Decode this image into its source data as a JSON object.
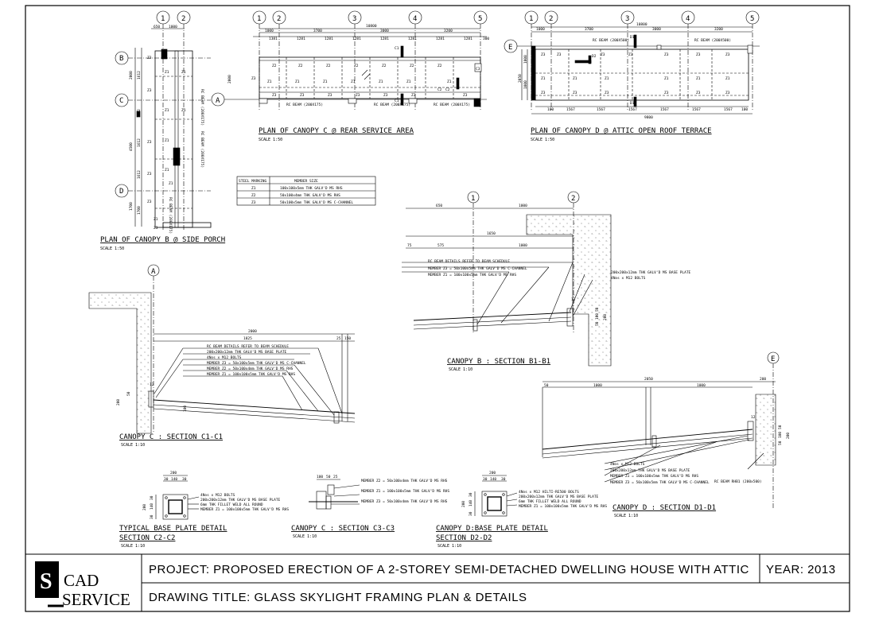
{
  "title_block": {
    "logo_letter": "S",
    "logo_line1": "CAD",
    "logo_line2": "SERVICE",
    "project": "PROJECT: PROPOSED ERECTION OF A 2-STOREY SEMI-DETACHED DWELLING HOUSE WITH ATTIC",
    "year": "YEAR: 2013",
    "drawing_title": "DRAWING TITLE: GLASS SKYLIGHT FRAMING PLAN & DETAILS"
  },
  "plan_b": {
    "title": "PLAN OF CANOPY B @ SIDE PORCH",
    "scale": "SCALE 1:50",
    "grids": [
      "1",
      "2",
      "B",
      "C",
      "D"
    ],
    "dims_top": [
      "650",
      "1000"
    ],
    "dims_left": [
      "2000",
      "4500",
      "1700"
    ],
    "dims_left_inner": [
      "1612",
      "1612",
      "1612",
      "1612",
      "1700"
    ],
    "beams": [
      "RC BEAM (200X175)",
      "RC BEAM (200X175)",
      "RC BEAM (200X175)"
    ],
    "members": [
      "Z3",
      "Z1",
      "Z1",
      "Z3",
      "Z1",
      "Z1",
      "Z3",
      "Z1",
      "Z1",
      "Z3",
      "Z1",
      "Z3",
      "Z1",
      "Z3"
    ]
  },
  "plan_c": {
    "title": "PLAN OF CANOPY C @ REAR SERVICE AREA",
    "scale": "SCALE 1:50",
    "grids": [
      "1",
      "2",
      "3",
      "4",
      "5",
      "A"
    ],
    "dim_total": "10800",
    "dims_mid": [
      "1000",
      "3700",
      "3000",
      "3200"
    ],
    "dims_bays": [
      "1381",
      "1281",
      "1281",
      "1281",
      "1281",
      "1281",
      "1281",
      "1281"
    ],
    "dim_right": "300",
    "dim_left": "2000",
    "beams": [
      "RC BEAM (200X175)",
      "RC BEAM (200X175)",
      "RC BEAM (200X175)"
    ],
    "members_top": [
      "Z2",
      "Z2",
      "Z2",
      "Z2",
      "Z2",
      "Z2",
      "Z2"
    ],
    "members_mid": [
      "Z3",
      "Z1",
      "Z1",
      "Z1",
      "Z1",
      "Z1",
      "Z1",
      "Z1"
    ],
    "members_bot": [
      "Z3",
      "Z3",
      "Z3",
      "Z3",
      "Z3",
      "Z3",
      "Z3"
    ],
    "marks": [
      "C1",
      "C1",
      "C2",
      "C2",
      "C3"
    ]
  },
  "plan_d": {
    "title": "PLAN OF CANOPY D @ ATTIC OPEN ROOF TERRACE",
    "scale": "SCALE 1:50",
    "grids": [
      "1",
      "2",
      "3",
      "4",
      "5",
      "E"
    ],
    "dim_total": "10800",
    "dims_mid": [
      "1000",
      "3700",
      "3000",
      "3200"
    ],
    "dims_bays": [
      "100",
      "1567",
      "1567",
      "1567",
      "1567",
      "1567",
      "1567",
      "100"
    ],
    "dim_bottom": "9800",
    "dim_left": "2050",
    "dims_left_inner": [
      "1000",
      "1000"
    ],
    "beams": [
      "RC BEAM (200X500)",
      "RC BEAM (200X500)"
    ],
    "members": [
      "Z3",
      "Z3",
      "Z3",
      "Z3",
      "Z3",
      "Z3",
      "Z3",
      "Z1",
      "Z1",
      "Z1",
      "Z1",
      "Z1",
      "Z1",
      "Z3",
      "Z3",
      "Z3",
      "Z3",
      "Z3",
      "Z3"
    ],
    "marks": [
      "D1",
      "D1",
      "D2"
    ]
  },
  "member_table": {
    "header": [
      "STEEL MARKING",
      "MEMBER SIZE"
    ],
    "rows": [
      [
        "Z1",
        "100x100x5mm THK GALV'D MS RHS"
      ],
      [
        "Z2",
        "50x100x4mm THK GALV'D MS RHS"
      ],
      [
        "Z3",
        "50x100x5mm THK GALV'D MS C-CHANNEL"
      ]
    ]
  },
  "section_b1": {
    "title": "CANOPY B : SECTION B1-B1",
    "scale": "SCALE 1:10",
    "grids": [
      "1",
      "2"
    ],
    "dims_top": [
      "650",
      "1000"
    ],
    "dims_mid": [
      "1650"
    ],
    "dims_low": [
      "75",
      "575",
      "1000"
    ],
    "notes_left": [
      "RC BEAM DETAILS REFER TO BEAM SCHEDULE",
      "MEMBER Z3 = 50x100x5mm THK GALV'D MS C-CHANNEL",
      "MEMBER Z1 = 100x100x5mm THK GALV'D MS RHS"
    ],
    "notes_right": [
      "200x200x12mm THK GALV'D MS BASE PLATE",
      "4Nos x M12 BOLTS"
    ],
    "dims_right": [
      "12",
      "50",
      "100",
      "50",
      "200"
    ]
  },
  "section_c1": {
    "title": "CANOPY C : SECTION C1-C1",
    "scale": "SCALE 1:10",
    "grid": "A",
    "dims_top": [
      "2000"
    ],
    "dims_mid": [
      "1825",
      "25",
      "150"
    ],
    "notes": [
      "RC BEAM DETAILS REFER TO BEAM SCHEDULE",
      "200x200x12mm THK GALV'D MS BASE PLATE",
      "4Nos x M12 BOLTS",
      "MEMBER Z3 = 50x100x5mm THK GALV'D MS C-CHANNEL",
      "MEMBER Z2 = 50x100x4mm THK GALV'D MS RHS",
      "MEMBER Z1 = 100x100x5mm THK GALV'D MS RHS"
    ],
    "dims_left": [
      "12",
      "50",
      "200",
      "100"
    ]
  },
  "section_d1": {
    "title": "CANOPY D : SECTION D1-D1",
    "scale": "SCALE 1:10",
    "grid": "E",
    "dims_top": [
      "2050",
      "200"
    ],
    "dims_mid": [
      "50",
      "1000",
      "1000"
    ],
    "notes": [
      "4Nos x M12 BOLTS",
      "200x200x12mm THK GALV'D MS BASE PLATE",
      "MEMBER Z1 = 100x100x5mm THK GALV'D MS RHS",
      "MEMBER Z3 = 50x100x5mm THK GALV'D MS C-CHANNEL"
    ],
    "beam_note": "RC BEAM RHB1 (200x500)",
    "dims_right": [
      "12",
      "50",
      "100",
      "50",
      "200"
    ]
  },
  "base_plate": {
    "title1": "TYPICAL BASE PLATE DETAIL",
    "title2": "SECTION C2-C2",
    "scale": "SCALE 1:10",
    "dims": [
      "200",
      "30",
      "140",
      "30",
      "200",
      "30",
      "140",
      "30"
    ],
    "notes": [
      "4Nos x M12 BOLTS",
      "200x200x12mm THK GALV'D MS BASE PLATE",
      "6mm THK FILLET WELD ALL ROUND",
      "MEMBER Z1 = 100x100x5mm THK GALV'D MS RHS"
    ]
  },
  "section_c3": {
    "title": "CANOPY C : SECTION C3-C3",
    "scale": "SCALE 1:10",
    "dims": [
      "100",
      "50",
      "25"
    ],
    "notes": [
      "MEMBER Z2 = 50x100x4mm THK GALV'D MS RHS",
      "MEMBER Z1 = 100x100x5mm THK GALV'D MS RHS",
      "MEMBER Z3 = 50x100x4mm THK GALV'D MS RHS"
    ]
  },
  "base_plate_d": {
    "title1": "CANOPY D:BASE PLATE DETAIL",
    "title2": "SECTION D2-D2",
    "scale": "SCALE 1:10",
    "dims": [
      "200",
      "30",
      "140",
      "30",
      "200",
      "30",
      "140",
      "30"
    ],
    "notes": [
      "4Nos x M12 HILTI-RE500 BOLTS",
      "200x200x12mm THK GALV'D MS BASE PLATE",
      "6mm THK FILLET WELD ALL ROUND",
      "MEMBER Z1 = 100x100x5mm THK GALV'D MS RHS"
    ]
  }
}
